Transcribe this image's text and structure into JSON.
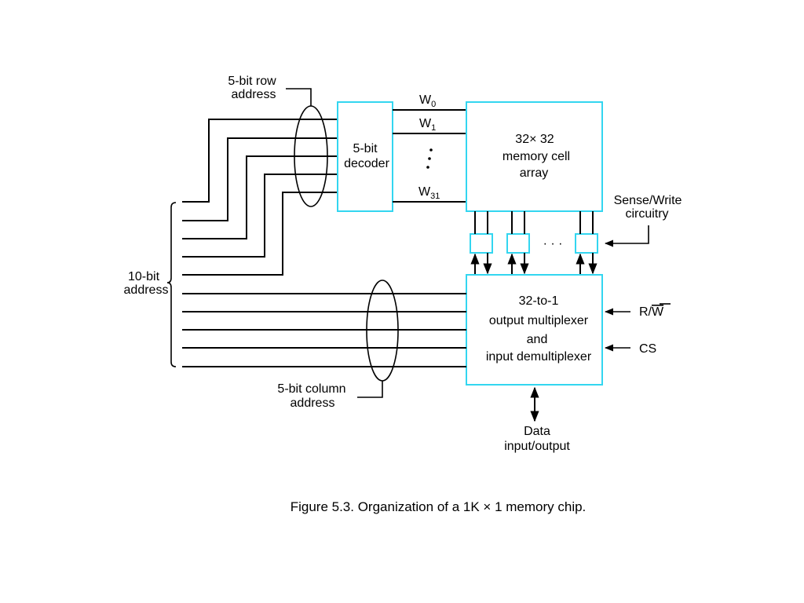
{
  "diagram": {
    "row_address_label": [
      "5-bit row",
      "address"
    ],
    "decoder_label": [
      "5-bit",
      "decoder"
    ],
    "word_lines": {
      "w0": {
        "main": "W",
        "sub": "0"
      },
      "w1": {
        "main": "W",
        "sub": "1"
      },
      "w31": {
        "main": "W",
        "sub": "31"
      }
    },
    "memory_array_label": [
      "32× 32",
      "memory cell",
      "array"
    ],
    "sense_write_label": [
      "Sense/Write",
      "circuitry"
    ],
    "ellipsis": "· · ·",
    "address_label": [
      "10-bit",
      "address"
    ],
    "mux_label": [
      "32-to-1",
      "output multiplexer",
      "and",
      "input demultiplexer"
    ],
    "rw_label": {
      "r": "R/",
      "w": "W"
    },
    "cs_label": "CS",
    "column_address_label": [
      "5-bit column",
      "address"
    ],
    "data_io_label": [
      "Data",
      "input/output"
    ],
    "caption": "Figure 5.3.  Organization of a 1K × 1 memory chip."
  }
}
